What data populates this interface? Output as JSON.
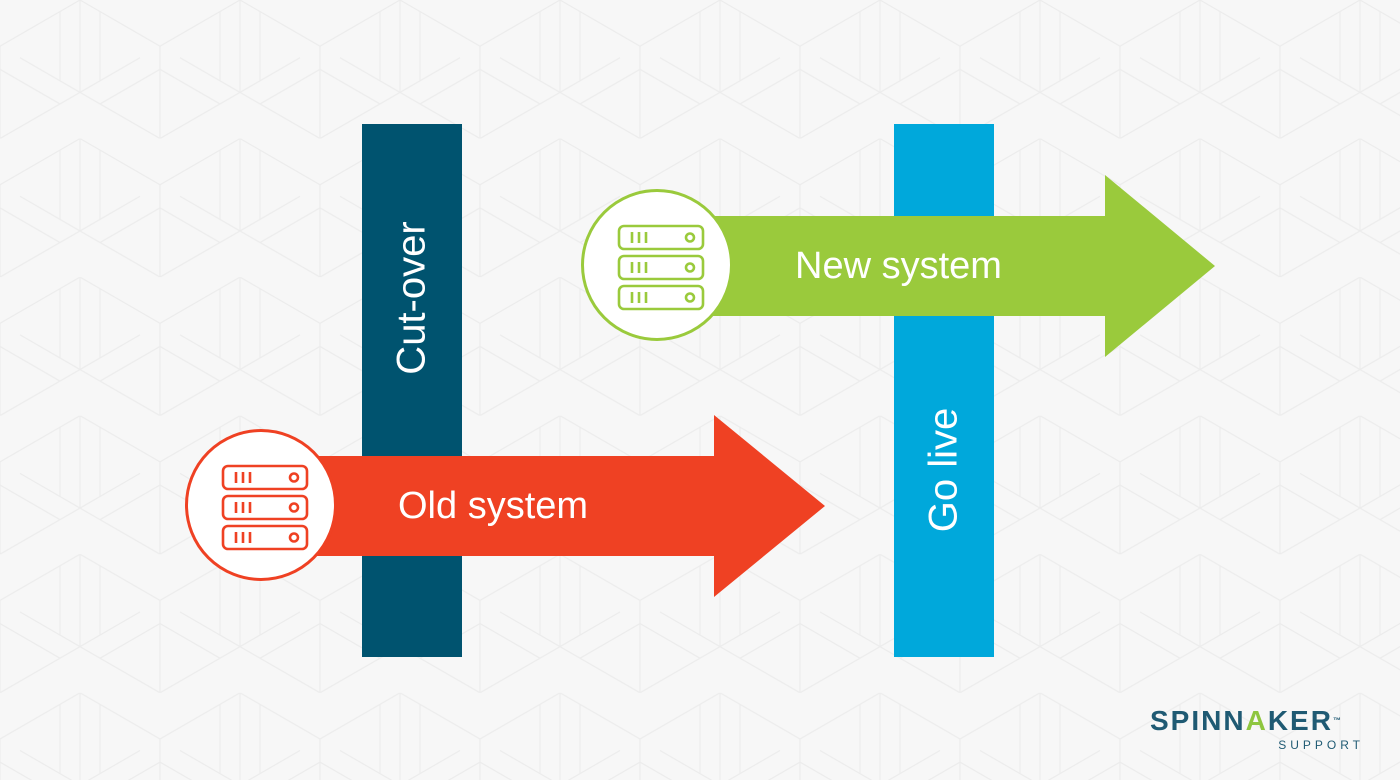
{
  "bars": {
    "cutover": {
      "label": "Cut-over",
      "color": "#00536f"
    },
    "golive": {
      "label": "Go live",
      "color": "#00a8db"
    }
  },
  "arrows": {
    "old": {
      "label": "Old system",
      "color": "#ef4123",
      "icon": "server-icon"
    },
    "new": {
      "label": "New system",
      "color": "#9aca3c",
      "icon": "server-icon"
    }
  },
  "logo": {
    "main_before": "SPINN",
    "main_accent": "A",
    "main_after": "KER",
    "trademark": "™",
    "sub": "SUPPORT"
  }
}
